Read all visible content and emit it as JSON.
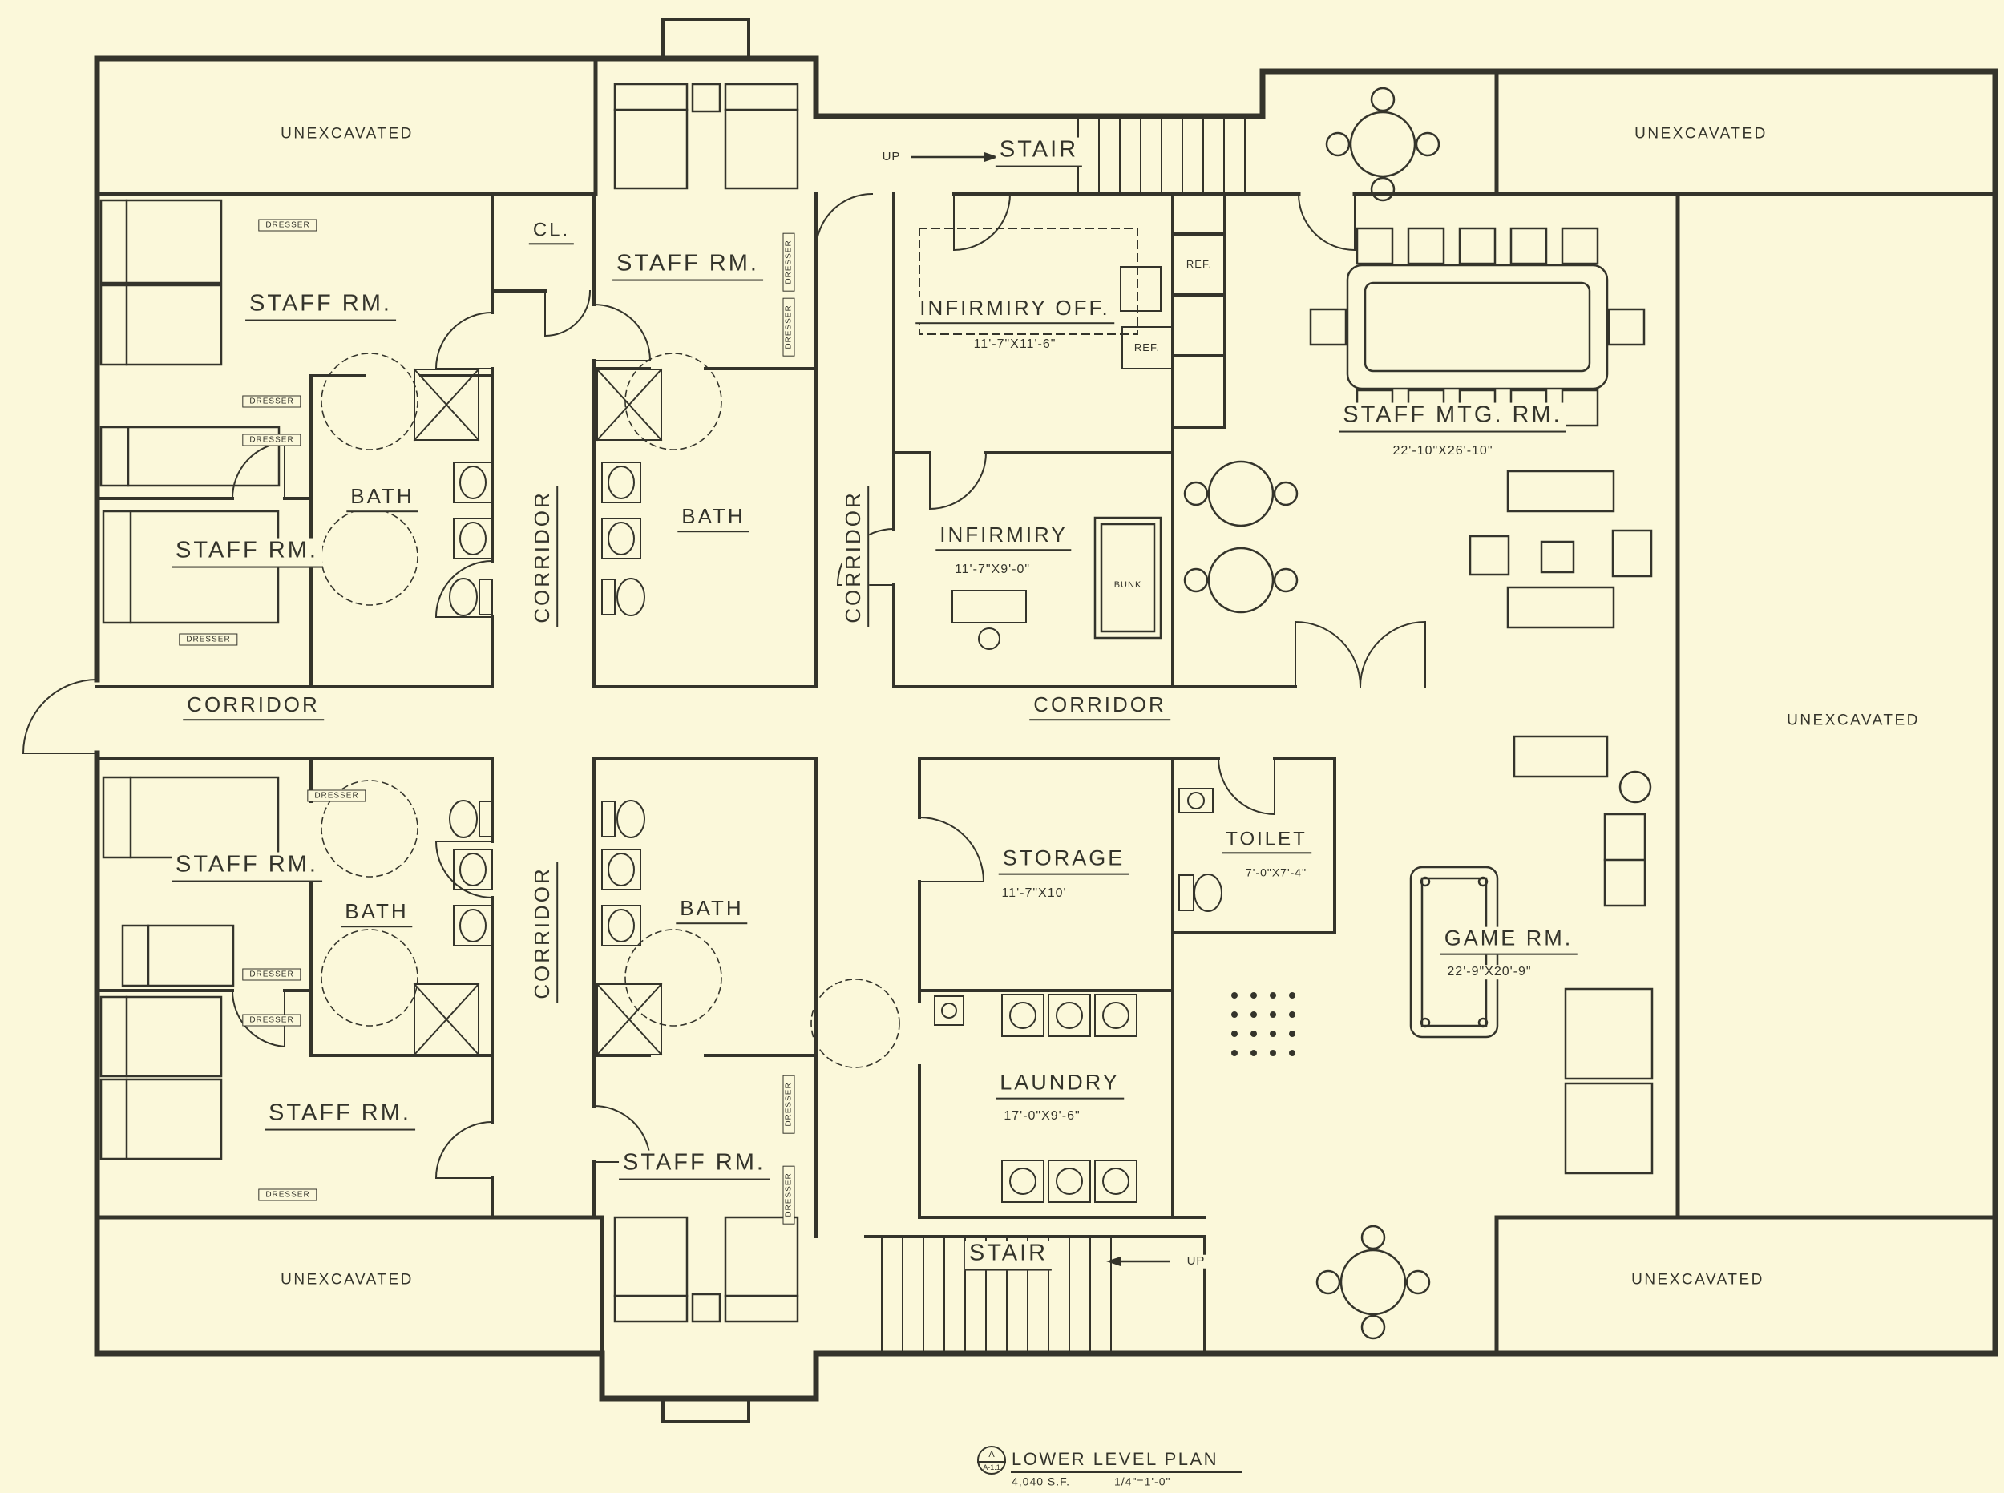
{
  "colors": {
    "background": "#FBF8DA",
    "line": "#34342B"
  },
  "labels": {
    "unexcavated": "UNEXCAVATED",
    "stair": "STAIR",
    "up": "UP",
    "closet": "CL.",
    "staff_room": "STAFF RM.",
    "dresser": "DRESSER",
    "bath": "BATH",
    "corridor": "CORRIDOR",
    "infirmary_office": "INFIRMIRY OFF.",
    "infirmary_office_dims": "11'-7\"X11'-6\"",
    "refrigerator": "REF.",
    "staff_meeting_room": "STAFF MTG. RM.",
    "staff_meeting_room_dims": "22'-10\"X26'-10\"",
    "infirmary": "INFIRMIRY",
    "infirmary_dims": "11'-7\"X9'-0\"",
    "bunk": "BUNK",
    "storage": "STORAGE",
    "storage_dims": "11'-7\"X10'",
    "toilet": "TOILET",
    "toilet_dims": "7'-0\"X7'-4\"",
    "game_room": "GAME RM.",
    "game_room_dims": "22'-9\"X20'-9\"",
    "laundry": "LAUNDRY",
    "laundry_dims": "17'-0\"X9'-6\""
  },
  "title_block": {
    "marker_letter": "A",
    "sheet": "A-1.1",
    "title": "LOWER LEVEL PLAN",
    "area": "4,040 S.F.",
    "scale": "1/4\"=1'-0\""
  }
}
